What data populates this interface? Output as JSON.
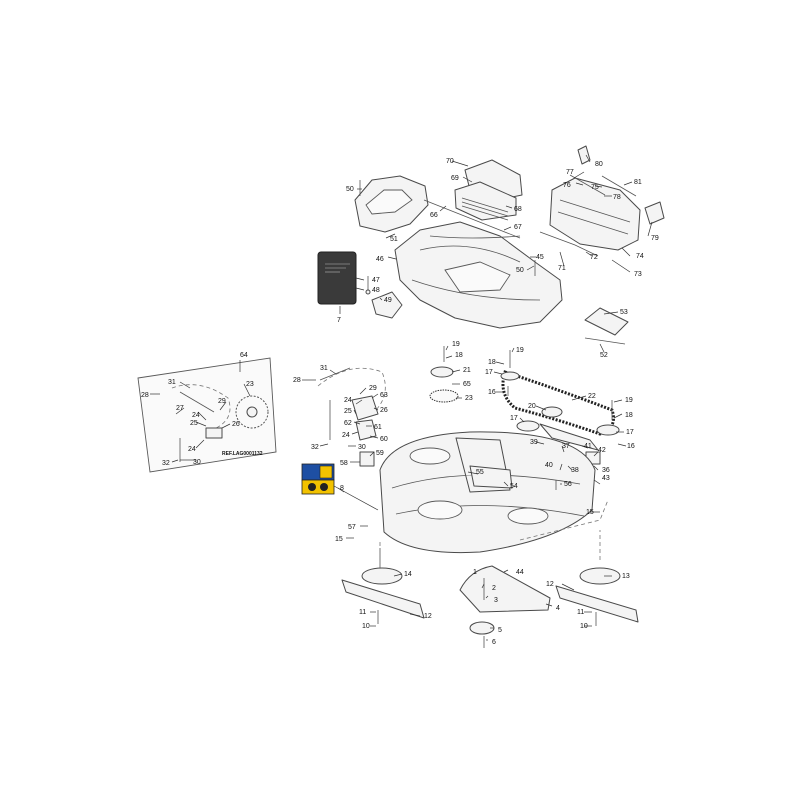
{
  "callouts": {
    "c1": "1",
    "c2": "2",
    "c3": "3",
    "c4": "4",
    "c5": "5",
    "c6": "6",
    "c7": "7",
    "c8": "8",
    "c10": "10",
    "c11": "11",
    "c12": "12",
    "c13": "13",
    "c14": "14",
    "c15": "15",
    "c16": "16",
    "c17": "17",
    "c18": "18",
    "c19": "19",
    "c20": "20",
    "c21": "21",
    "c22": "22",
    "c23": "23",
    "c24": "24",
    "c25": "25",
    "c26": "26",
    "c27": "27",
    "c28": "28",
    "c29": "29",
    "c30": "30",
    "c31": "31",
    "c32": "32",
    "c36": "36",
    "c37": "37",
    "c38": "38",
    "c39": "39",
    "c40": "40",
    "c41": "41",
    "c42": "42",
    "c43": "43",
    "c44": "44",
    "c45": "45",
    "c46": "46",
    "c47": "47",
    "c48": "48",
    "c49": "49",
    "c50": "50",
    "c51": "51",
    "c52": "52",
    "c53": "53",
    "c54": "54",
    "c55": "55",
    "c56": "56",
    "c57": "57",
    "c58": "58",
    "c59": "59",
    "c60": "60",
    "c61": "61",
    "c62": "62",
    "c63": "63",
    "c64": "64",
    "c65": "65",
    "c66": "66",
    "c67": "67",
    "c68": "68",
    "c69": "69",
    "c70": "70",
    "c71": "71",
    "c72": "72",
    "c73": "73",
    "c74": "74",
    "c75": "75",
    "c76": "76",
    "c77": "77",
    "c78": "78",
    "c79": "79",
    "c80": "80",
    "c81": "81"
  },
  "ref_label": "REF.LAG0001132",
  "colors": {
    "line": "#4a4a4a",
    "part_fill": "#f4f4f4",
    "label_dark": "#3a3a3a",
    "decal_yellow": "#f2c200",
    "decal_blue": "#1e4fa3"
  }
}
